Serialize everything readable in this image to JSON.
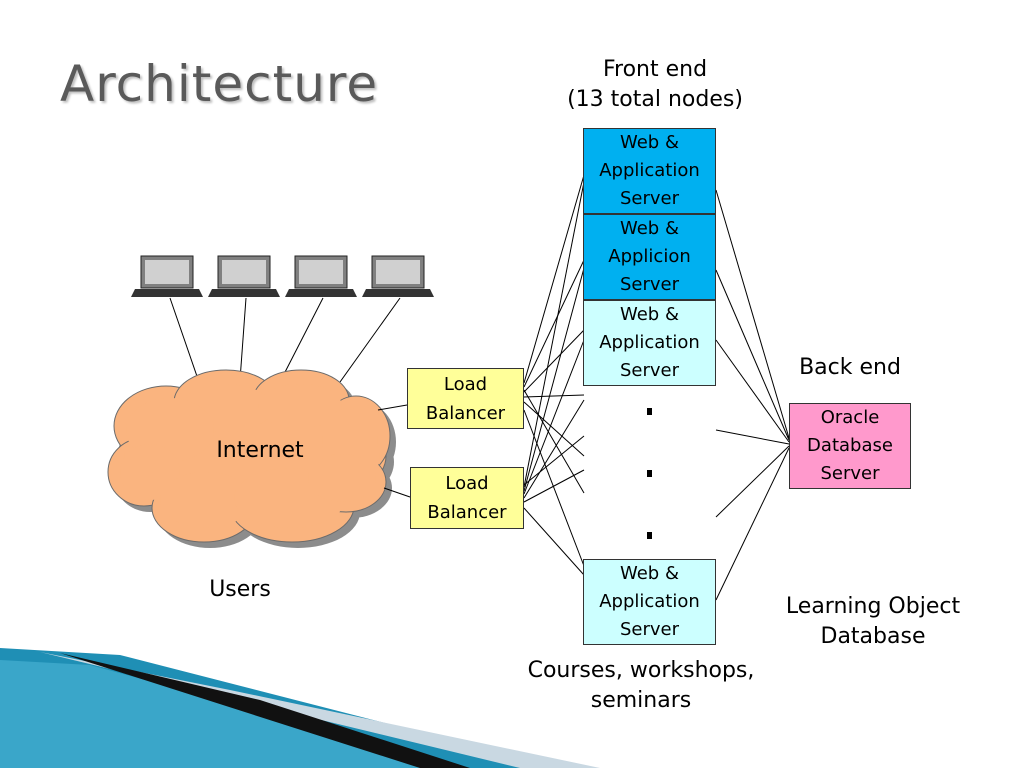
{
  "title": "Architecture",
  "front_end": {
    "line1": "Front end",
    "line2": "(13 total nodes)"
  },
  "servers": [
    {
      "line1": "Web &",
      "line2": "Application",
      "line3": "Server"
    },
    {
      "line1": "Web &",
      "line2": "Applicion",
      "line3": "Server"
    },
    {
      "line1": "Web &",
      "line2": "Application",
      "line3": "Server"
    },
    {
      "line1": "Web &",
      "line2": "Application",
      "line3": "Server"
    }
  ],
  "load_balancers": [
    {
      "line1": "Load",
      "line2": "Balancer"
    },
    {
      "line1": "Load",
      "line2": "Balancer"
    }
  ],
  "internet_label": "Internet",
  "users_label": "Users",
  "back_end_label": "Back end",
  "oracle": {
    "line1": "Oracle",
    "line2": "Database",
    "line3": "Server"
  },
  "learning_db": {
    "line1": "Learning Object",
    "line2": "Database"
  },
  "courses": {
    "line1": "Courses, workshops,",
    "line2": "seminars"
  },
  "colors": {
    "title": "#5a5a5a",
    "server_dark": "#00b0f0",
    "server_light": "#ccffff",
    "load_balancer": "#ffff99",
    "oracle": "#ff99cc",
    "cloud": "#fab47f",
    "corner_blue": "#1f8fb5"
  },
  "icons": [
    "laptop-icon",
    "laptop-icon",
    "laptop-icon",
    "laptop-icon",
    "cloud-icon"
  ]
}
